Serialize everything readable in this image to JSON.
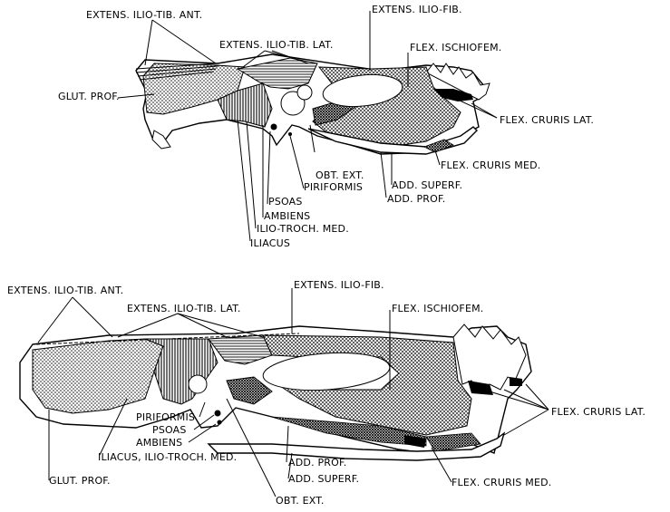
{
  "top_panel": {
    "labels": {
      "ext_ilio_tib_ant": "EXTENS. ILIO-TIB. ANT.",
      "ext_ilio_fib": "EXTENS. ILIO-FIB.",
      "ext_ilio_tib_lat": "EXTENS. ILIO-TIB. LAT.",
      "flex_ischiofem": "FLEX. ISCHIOFEM.",
      "glut_prof": "GLUT. PROF.",
      "flex_cruris_lat": "FLEX. CRURIS LAT.",
      "piriformis": "PIRIFORMIS",
      "obt_ext": "OBT. EXT.",
      "flex_cruris_med": "FLEX. CRURIS MED.",
      "psoas": "PSOAS",
      "add_superf": "ADD. SUPERF.",
      "add_prof": "ADD. PROF.",
      "ambiens": "AMBIENS",
      "ilio_troch_med": "ILIO-TROCH. MED.",
      "iliacus": "ILIACUS"
    }
  },
  "bottom_panel": {
    "labels": {
      "ext_ilio_tib_ant": "EXTENS. ILIO-TIB. ANT.",
      "ext_ilio_fib": "EXTENS. ILIO-FIB.",
      "ext_ilio_tib_lat": "EXTENS. ILIO-TIB. LAT.",
      "flex_ischiofem": "FLEX. ISCHIOFEM.",
      "flex_cruris_lat": "FLEX. CRURIS LAT.",
      "piriformis": "PIRIFORMIS",
      "psoas": "PSOAS",
      "ambiens": "AMBIENS",
      "iliacus_ilio_troch_med": "ILIACUS, ILIO-TROCH. MED.",
      "add_prof": "ADD. PROF.",
      "glut_prof": "GLUT. PROF.",
      "add_superf": "ADD. SUPERF.",
      "flex_cruris_med": "FLEX. CRURIS MED.",
      "obt_ext": "OBT. EXT."
    }
  },
  "fills": {
    "stipple": "dotted-pattern",
    "crosshatch": "crosshatch-pattern",
    "vertical_hatch": "vertical-line-pattern",
    "solid": "#000000"
  }
}
